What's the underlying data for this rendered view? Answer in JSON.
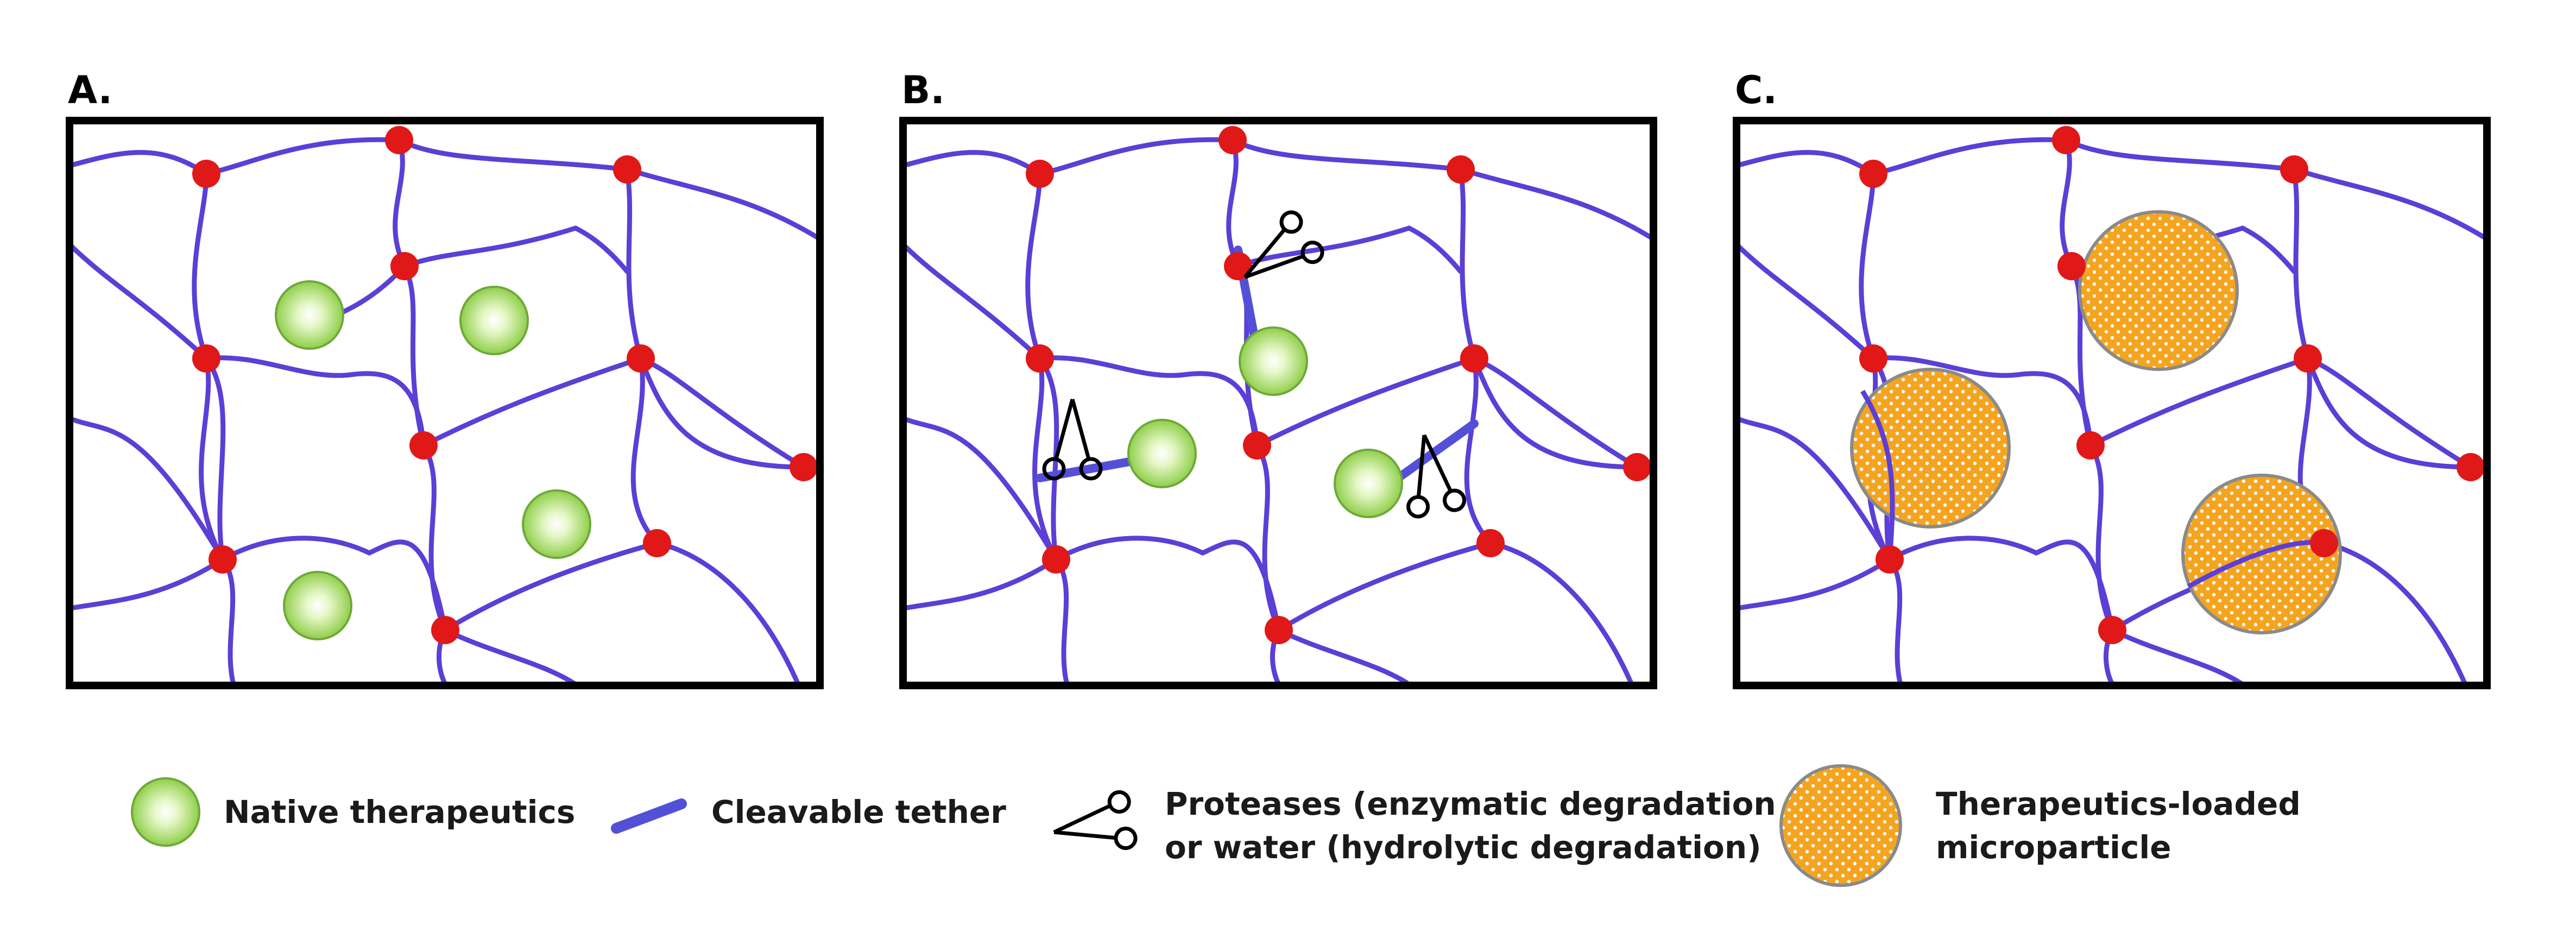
{
  "panels": [
    {
      "label": "A.",
      "content": "native-therapeutics"
    },
    {
      "label": "B.",
      "content": "tethered-therapeutics"
    },
    {
      "label": "C.",
      "content": "microparticles"
    }
  ],
  "legend": {
    "native": {
      "text": "Native therapeutics"
    },
    "tether": {
      "text": "Cleavable tether"
    },
    "protease": {
      "lines": [
        "Proteases (enzymatic degradation",
        "or water (hydrolytic degradation)"
      ]
    },
    "micro": {
      "lines": [
        "Therapeutics-loaded",
        "microparticle"
      ]
    }
  },
  "colors": {
    "polymer": "#5b3fd6",
    "crosslink": "#e01818",
    "native_particle": "#9ed65a",
    "native_center": "#ffffff",
    "microparticle": "#f5a41f",
    "microparticle_border": "#8a8a8a",
    "tether": "#5350d8",
    "frame": "#000000"
  },
  "icons": {
    "crosslink": "crosslink-node-icon",
    "scissors": "scissors-icon"
  }
}
